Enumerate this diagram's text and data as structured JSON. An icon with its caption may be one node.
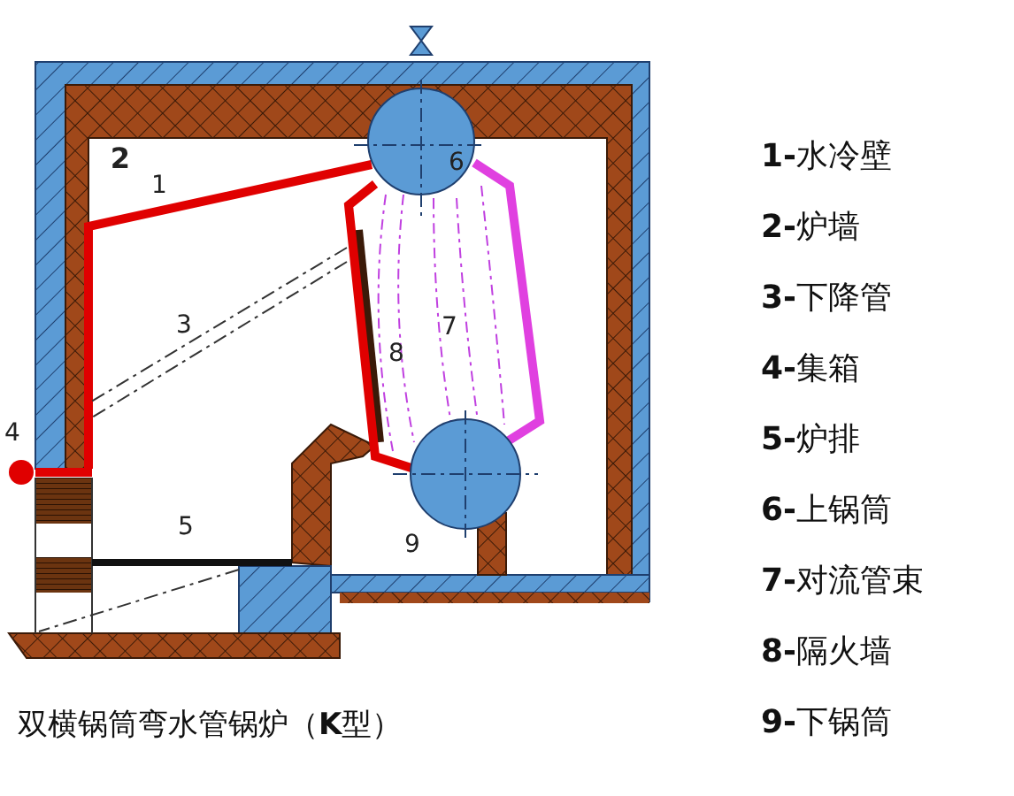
{
  "diagram": {
    "caption": "双横锅筒弯水管锅炉（**K**型）",
    "labels": [
      "2",
      "1",
      "6",
      "3",
      "7",
      "8",
      "4",
      "5",
      "9",
      "**1-**水冷壁",
      "**2-**炉墙",
      "**3-**下降管",
      "**4-**集箱",
      "**5-**炉排",
      "**6-**上锅筒",
      "**7-**对流管束",
      "**8-**隔火墙",
      "**9-**下锅筒"
    ]
  }
}
